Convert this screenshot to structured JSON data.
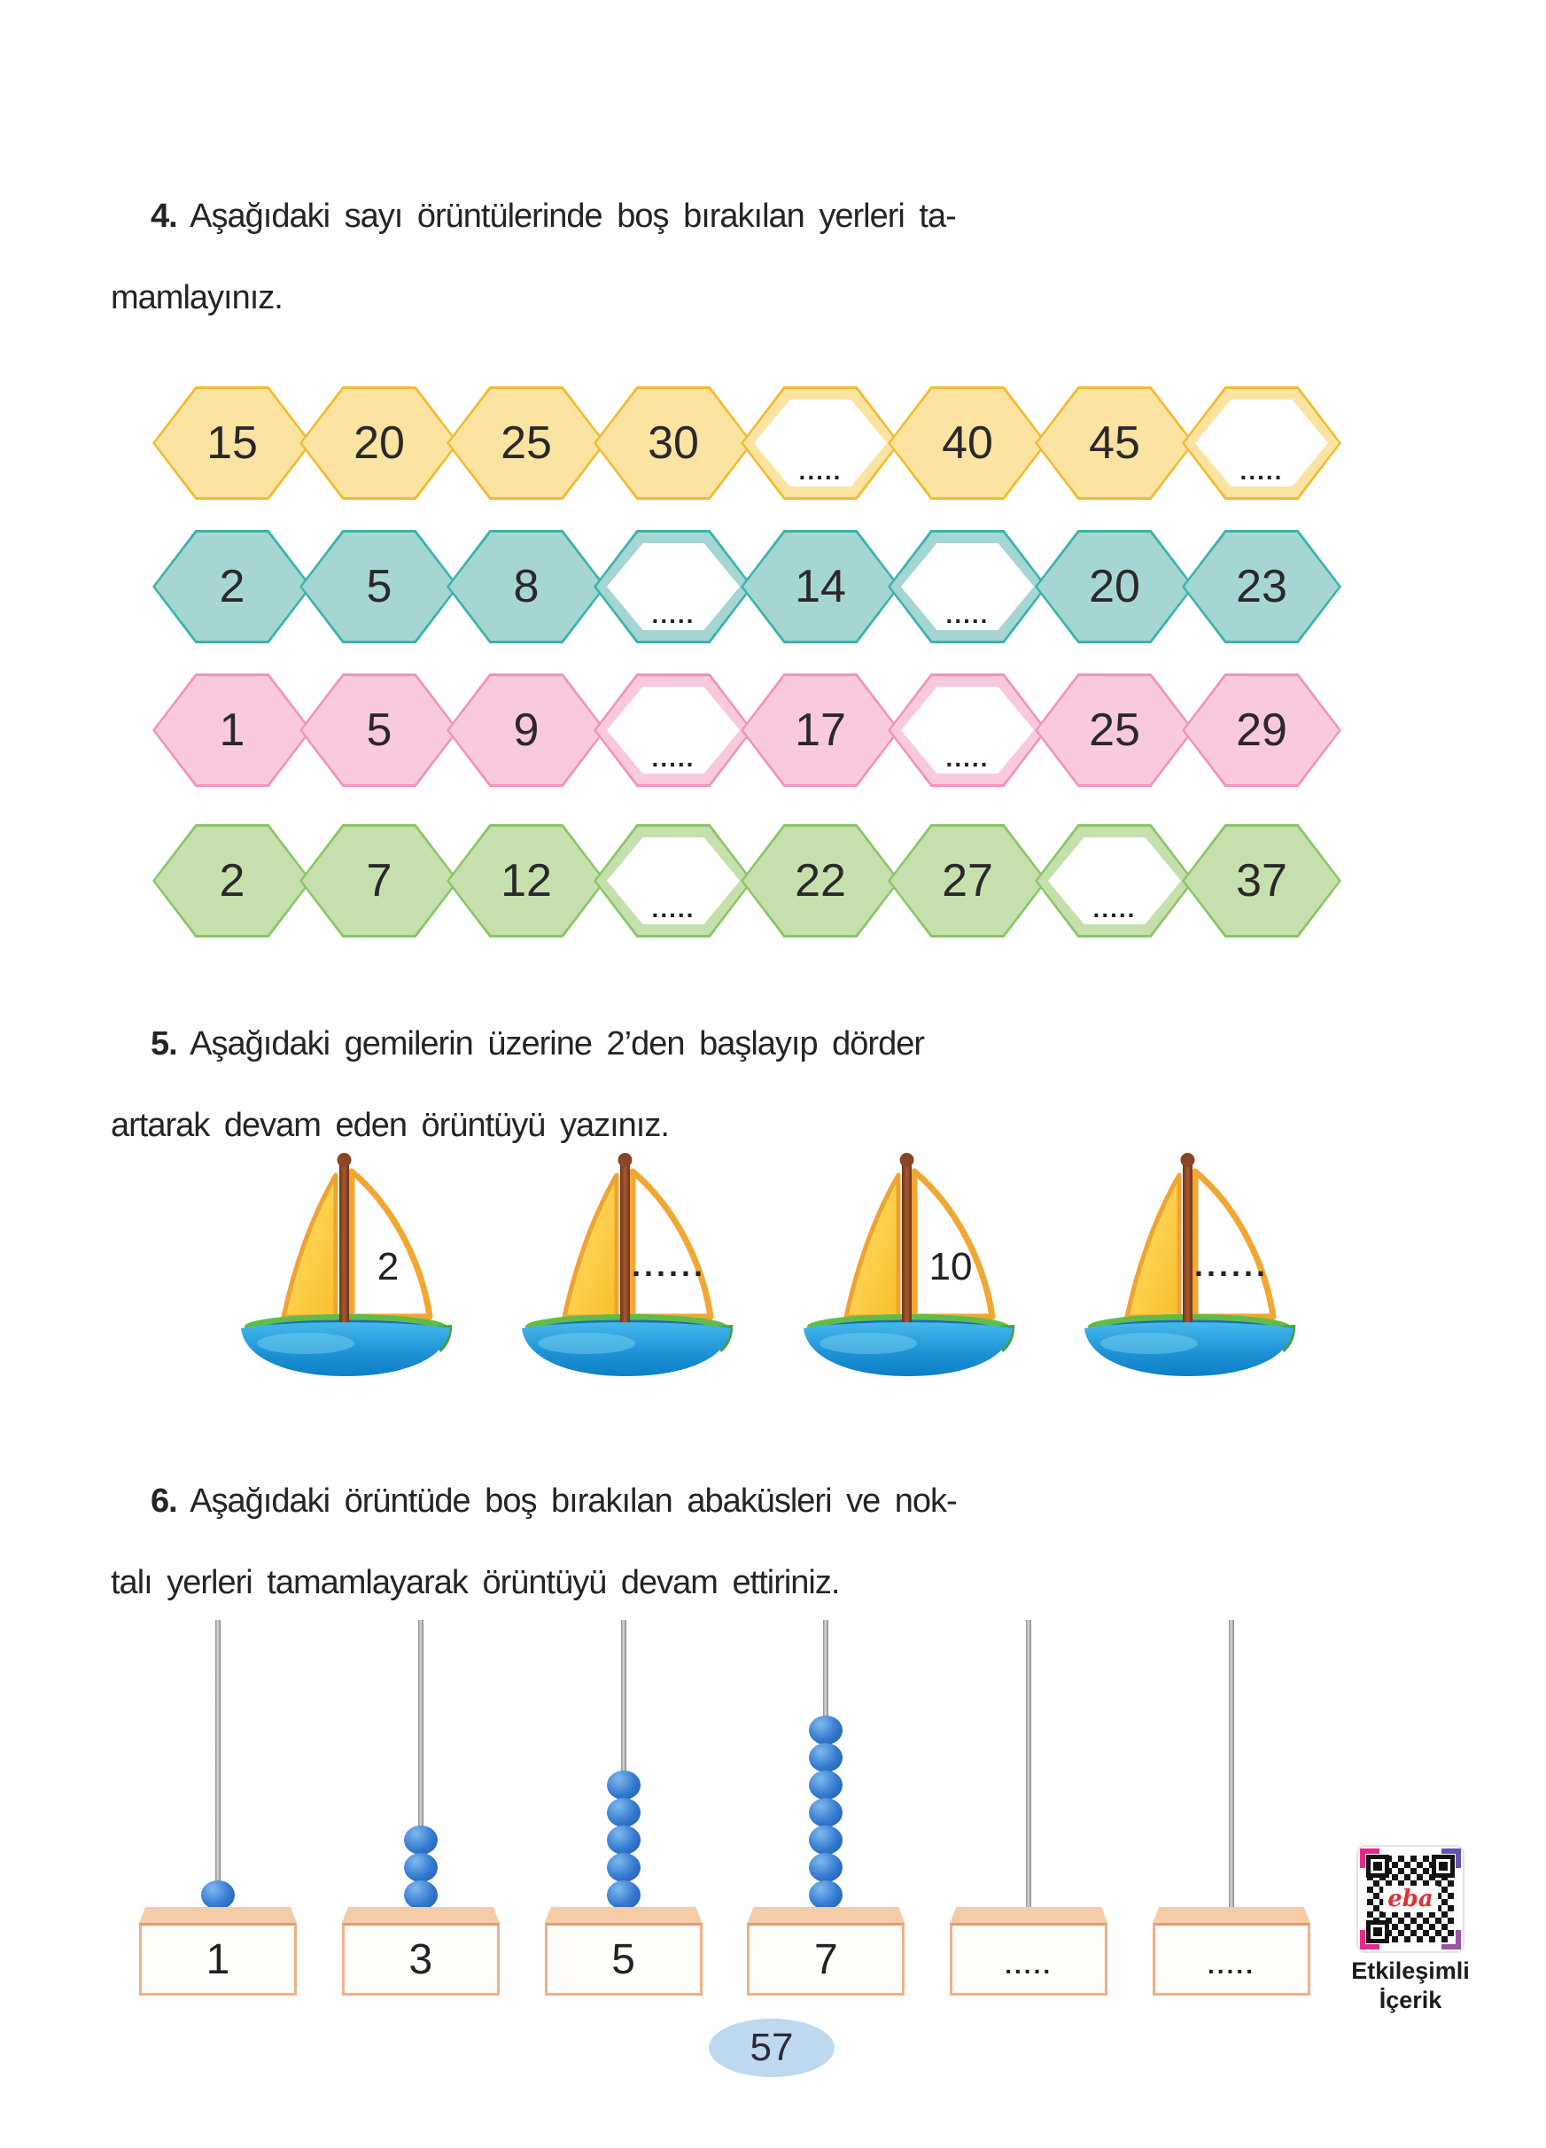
{
  "colors": {
    "hex_yellow_border": "#F3BB2F",
    "hex_yellow_fill": "#FBE3A2",
    "hex_teal_border": "#3AB3AC",
    "hex_teal_fill": "#A5D6D3",
    "hex_pink_border": "#F193BF",
    "hex_pink_fill": "#F9CADE",
    "hex_green_border": "#8AC569",
    "hex_green_fill": "#C6E0AD",
    "bead_blue": "#3579cf",
    "base_peach": "#F4CCA8",
    "page_badge_blue": "#BED9EF",
    "eba_red": "#E03038"
  },
  "exercise4": {
    "number": "4.",
    "text_line1": "Aşağıdaki sayı örüntülerinde boş bırakılan yerleri ta-",
    "text_line2": "mamlayınız.",
    "rows": [
      {
        "color": "yellow",
        "cells": [
          "15",
          "20",
          "25",
          "30",
          ".....",
          "40",
          "45",
          "....."
        ]
      },
      {
        "color": "teal",
        "cells": [
          "2",
          "5",
          "8",
          ".....",
          "14",
          ".....",
          "20",
          "23"
        ]
      },
      {
        "color": "pink",
        "cells": [
          "1",
          "5",
          "9",
          ".....",
          "17",
          ".....",
          "25",
          "29"
        ]
      },
      {
        "color": "green",
        "cells": [
          "2",
          "7",
          "12",
          ".....",
          "22",
          "27",
          ".....",
          "37"
        ]
      }
    ]
  },
  "exercise5": {
    "number": "5.",
    "text_line1": "Aşağıdaki gemilerin üzerine 2’den başlayıp dörder",
    "text_line2": "artarak devam eden örüntüyü yazınız.",
    "boats": [
      "2",
      "......",
      "10",
      "......"
    ]
  },
  "exercise6": {
    "number": "6.",
    "text_line1": "Aşağıdaki örüntüde boş bırakılan abaküsleri ve nok-",
    "text_line2": "talı yerleri tamamlayarak örüntüyü devam ettiriniz.",
    "abacuses": [
      {
        "beads": 1,
        "label": "1"
      },
      {
        "beads": 3,
        "label": "3"
      },
      {
        "beads": 5,
        "label": "5"
      },
      {
        "beads": 7,
        "label": "7"
      },
      {
        "beads": 0,
        "label": "....."
      },
      {
        "beads": 0,
        "label": "....."
      }
    ]
  },
  "footer": {
    "page_number": "57",
    "qr": {
      "logo": "eba",
      "label_line1": "Etkileşimli",
      "label_line2": "İçerik"
    }
  }
}
